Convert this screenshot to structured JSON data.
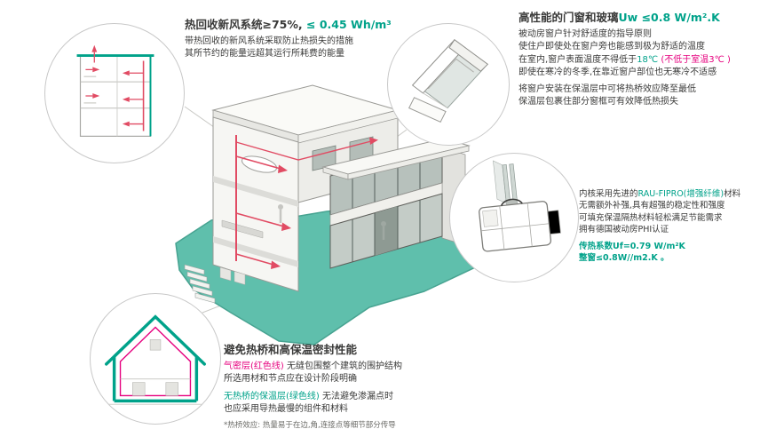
{
  "colors": {
    "teal": "#00a28a",
    "magenta": "#e6007e",
    "duct": "#e14b63",
    "ground": "#5fbfac",
    "dark": "#3a3a39",
    "line": "#c8c8c8"
  },
  "ventilation": {
    "title_main": "热回收新风系统≥75%,",
    "title_value": " ≤ 0.45 Wh/m³",
    "line1": "带热回收的新风系统采取防止热损失的措施",
    "line2": "其所节约的能量远超其运行所耗费的能量"
  },
  "windows": {
    "title_main": "高性能的门窗和玻璃",
    "title_value": "Uw ≤0.8 W/m².K",
    "line1": "被动房窗户针对舒适度的指导原则",
    "line2": "使住户即使处在窗户旁也能感到极为舒适的温度",
    "line3_a": "在室内,窗户表面温度不得低于",
    "line3_b": "18℃",
    "line3_c": " (不低于室温3℃ )",
    "line4": "即使在寒冷的冬季,在靠近窗户部位也无寒冷不适感",
    "line5": "将窗户安装在保温层中可将热桥效应降至最低",
    "line6": "保温层包裹住部分窗框可有效降低热损失"
  },
  "profile": {
    "line1_a": "内核采用先进的",
    "line1_b": "RAU-FIPRO(增强纤维)",
    "line1_c": "材料",
    "line2": "无需额外补强,具有超强的稳定性和强度",
    "line3": "可填充保温隔热材料轻松满足节能需求",
    "line4": "拥有德国被动房PHI认证",
    "line5": "传热系数Uf=0.79 W/m²K",
    "line6": "整窗≤0.8W//m2.K 。"
  },
  "thermal": {
    "title": "避免热桥和高保温密封性能",
    "line1_a": "气密层(红色线)",
    "line1_b": " 无缝包围整个建筑的围护结构",
    "line2": "所选用材和节点应在设计阶段明确",
    "line3_a": "无热桥的保温层(绿色线)",
    "line3_b": " 无法避免渗漏点时",
    "line4": "也应采用导热最慢的组件和材料",
    "note": "*热桥效应: 热量易于在边,角,连接点等细节部分传导"
  }
}
